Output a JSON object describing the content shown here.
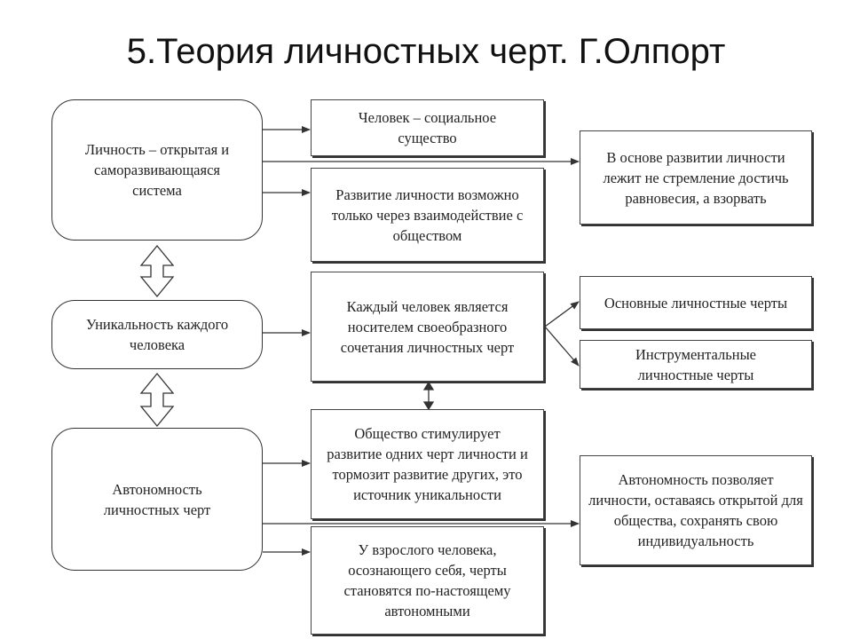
{
  "title": "5.Теория личностных черт.  Г.Олпорт",
  "left_nodes": {
    "personality_open": "Личность – открытая и саморазвивающаяся система",
    "uniqueness": "Уникальность каждого человека",
    "autonomy": "Автономность личностных черт"
  },
  "middle_nodes": {
    "social_being": "Человек – социальное существо",
    "development_interaction": "Развитие личности возможно только через взаимодействие с обществом",
    "carrier_of_traits": "Каждый человек является носителем своеобразного сочетания личностных черт",
    "society_stimulates": "Общество стимулирует развитие одних черт личности и тормозит развитие других, это источник уникальности",
    "adult_traits": "У взрослого человека, осознающего себя, черты становятся по-настоящему автономными"
  },
  "right_nodes": {
    "development_basis": "В основе развитии личности лежит не стремление достичь равновесия, а взорвать",
    "basic_traits": "Основные личностные черты",
    "instrumental_traits": "Инструментальные личностные черты",
    "autonomy_allows": "Автономность позволяет личности, оставаясь открытой для общества, сохранять свою индивидуальность"
  },
  "colors": {
    "line": "#333333",
    "text": "#222222",
    "background": "#ffffff"
  }
}
